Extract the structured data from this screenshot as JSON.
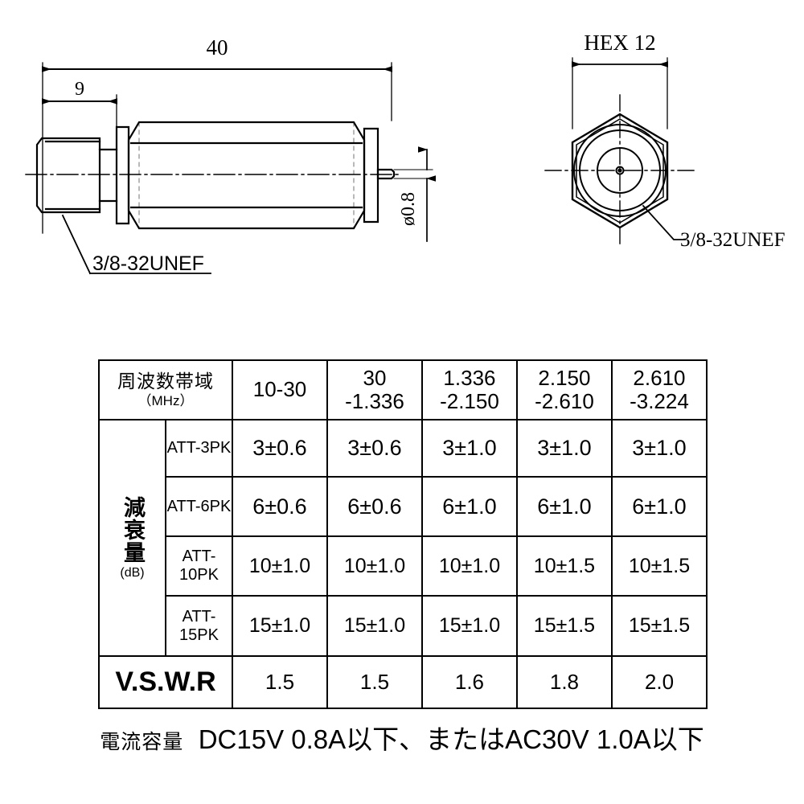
{
  "drawing": {
    "side_view": {
      "dim_overall": "40",
      "dim_thread": "9",
      "dim_pin": "ø0.8",
      "thread_label": "3/8-32UNEF"
    },
    "end_view": {
      "hex_label": "HEX 12",
      "thread_label": "3/8-32UNEF"
    }
  },
  "table": {
    "header": {
      "freq_label": "周波数帯域",
      "freq_unit": "（MHz）",
      "bands": [
        "10-30",
        "30\n-1.336",
        "1.336\n-2.150",
        "2.150\n-2.610",
        "2.610\n-3.224"
      ],
      "bands_line1": [
        "10-30",
        "30",
        "1.336",
        "2.150",
        "2.610"
      ],
      "bands_line2": [
        "",
        "-1.336",
        "-2.150",
        "-2.610",
        "-3.224"
      ]
    },
    "group_label": {
      "text": "減衰量",
      "unit": "(dB)"
    },
    "rows": [
      {
        "name": "ATT-3PK",
        "values": [
          "3±0.6",
          "3±0.6",
          "3±1.0",
          "3±1.0",
          "3±1.0"
        ]
      },
      {
        "name": "ATT-6PK",
        "values": [
          "6±0.6",
          "6±0.6",
          "6±1.0",
          "6±1.0",
          "6±1.0"
        ]
      },
      {
        "name": "ATT-10PK",
        "values": [
          "10±1.0",
          "10±1.0",
          "10±1.0",
          "10±1.5",
          "10±1.5"
        ]
      },
      {
        "name": "ATT-15PK",
        "values": [
          "15±1.0",
          "15±1.0",
          "15±1.0",
          "15±1.5",
          "15±1.5"
        ]
      }
    ],
    "vswr": {
      "label": "V.S.W.R",
      "values": [
        "1.5",
        "1.5",
        "1.6",
        "1.8",
        "2.0"
      ]
    }
  },
  "caption": {
    "lead": "電流容量",
    "main": "DC15V 0.8A以下、またはAC30V 1.0A以下"
  },
  "colors": {
    "line": "#000000",
    "background": "#ffffff"
  }
}
